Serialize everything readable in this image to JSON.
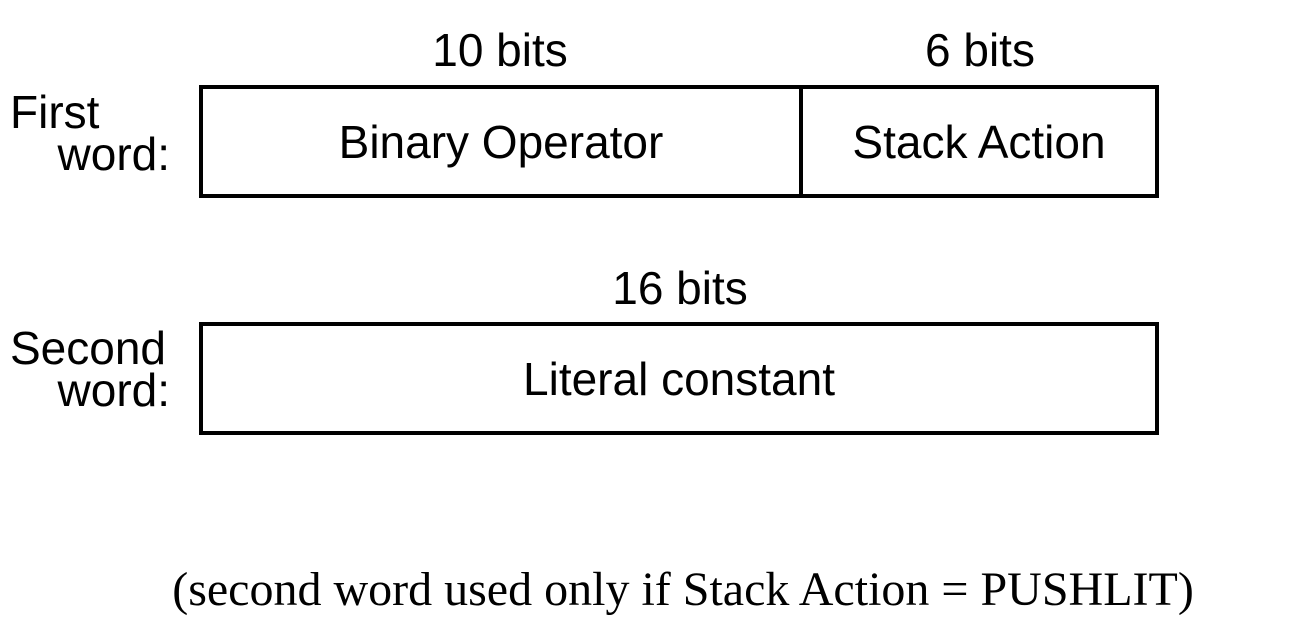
{
  "first_word": {
    "label_line1": "First",
    "label_line2": "word:",
    "fields": [
      {
        "bits": "10 bits",
        "name": "Binary Operator"
      },
      {
        "bits": "6 bits",
        "name": "Stack Action"
      }
    ]
  },
  "second_word": {
    "label_line1": "Second",
    "label_line2": "word:",
    "fields": [
      {
        "bits": "16 bits",
        "name": "Literal constant"
      }
    ]
  },
  "footnote": "(second word used only if Stack Action = PUSHLIT)"
}
